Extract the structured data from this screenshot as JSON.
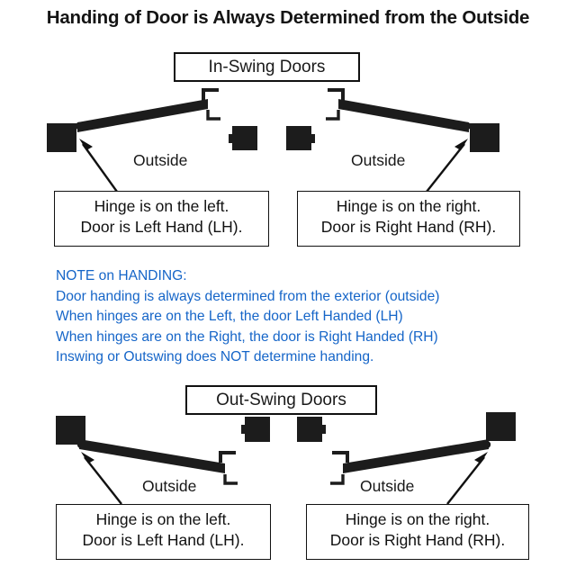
{
  "title": "Handing of Door is Always Determined from the Outside",
  "sections": [
    {
      "id": "in-swing",
      "label": "In-Swing Doors"
    },
    {
      "id": "out-swing",
      "label": "Out-Swing Doors"
    }
  ],
  "outside_labels": [
    {
      "id": "inswing-left",
      "text": "Outside"
    },
    {
      "id": "inswing-right",
      "text": "Outside"
    },
    {
      "id": "outswing-left",
      "text": "Outside"
    },
    {
      "id": "outswing-right",
      "text": "Outside"
    }
  ],
  "captions": [
    {
      "id": "inswing-left",
      "line1": "Hinge is on the left.",
      "line2": "Door is Left Hand (LH)."
    },
    {
      "id": "inswing-right",
      "line1": "Hinge is on the right.",
      "line2": "Door is Right Hand (RH)."
    },
    {
      "id": "outswing-left",
      "line1": "Hinge is on the left.",
      "line2": "Door is Left Hand (LH)."
    },
    {
      "id": "outswing-right",
      "line1": "Hinge is on the right.",
      "line2": "Door is Right Hand (RH)."
    }
  ],
  "note": {
    "heading": "NOTE on HANDING:",
    "line1": "Door handing is always determined from the exterior (outside)",
    "line2": "When hinges are on the Left, the door Left Handed (LH)",
    "line3": "When hinges are on the Right, the door is Right Handed (RH)",
    "line4": "Inswing or Outswing does NOT determine handing."
  },
  "colors": {
    "note_blue": "#1565C8",
    "ink": "#111111",
    "door_fill": "#1c1c1c",
    "background": "#ffffff"
  }
}
